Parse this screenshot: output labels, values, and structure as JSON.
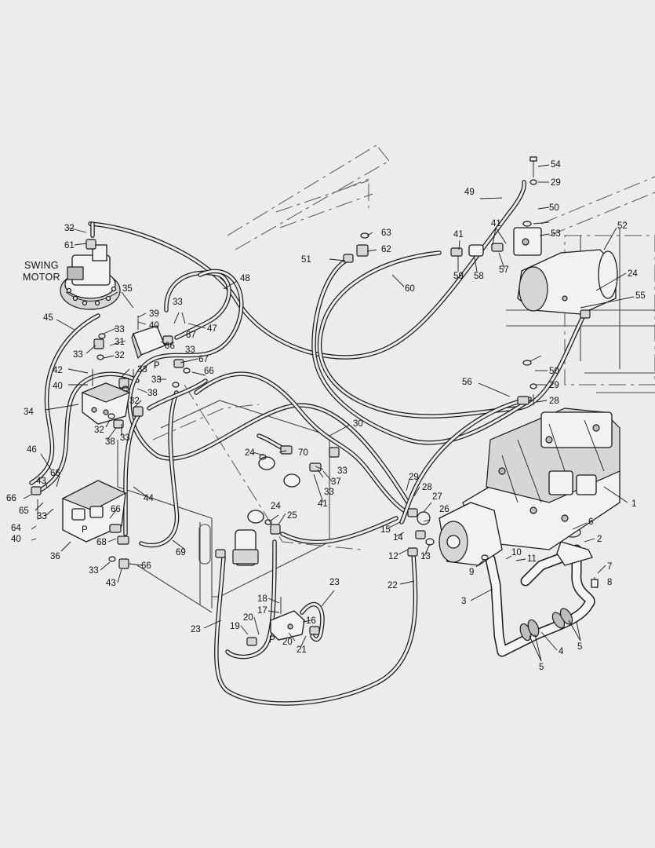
{
  "diagram": {
    "labels": {
      "swing_motor_line1": "SWING",
      "swing_motor_line2": "MOTOR",
      "port_p": "P"
    },
    "callouts": [
      "1",
      "2",
      "3",
      "4",
      "5",
      "6",
      "7",
      "8",
      "9",
      "10",
      "11",
      "12",
      "13",
      "14",
      "15",
      "16",
      "17",
      "18",
      "19",
      "20",
      "21",
      "22",
      "23",
      "24",
      "25",
      "26",
      "27",
      "28",
      "29",
      "30",
      "31",
      "32",
      "33",
      "34",
      "35",
      "36",
      "37",
      "38",
      "39",
      "40",
      "41",
      "42",
      "43",
      "44",
      "45",
      "46",
      "47",
      "48",
      "49",
      "50",
      "51",
      "52",
      "53",
      "54",
      "55",
      "56",
      "57",
      "58",
      "59",
      "60",
      "61",
      "62",
      "63",
      "64",
      "65",
      "66",
      "67",
      "68",
      "69",
      "70"
    ]
  }
}
